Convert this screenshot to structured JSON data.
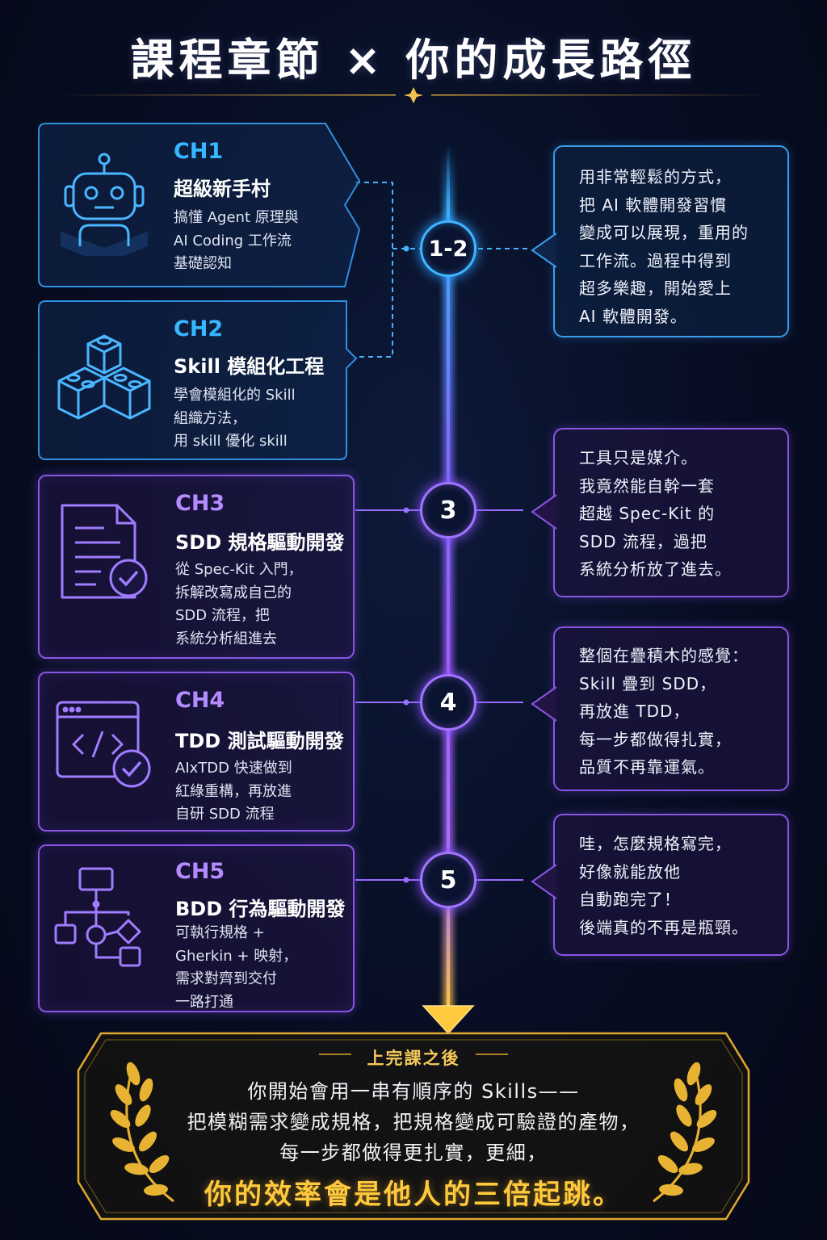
{
  "title": "課程章節 × 你的成長路徑",
  "chapters": [
    {
      "label": "CH1",
      "name": "超級新手村",
      "icon": "robot-icon",
      "desc": [
        "搞懂 Agent 原理與",
        "AI Coding 工作流",
        "基礎認知"
      ]
    },
    {
      "label": "CH2",
      "name": "Skill 模組化工程",
      "icon": "building-blocks-icon",
      "desc": [
        "學會模組化的 Skill",
        "組織方法，",
        "用 skill 優化 skill"
      ]
    },
    {
      "label": "CH3",
      "name": "SDD 規格驅動開發",
      "icon": "document-check-icon",
      "desc": [
        "從 Spec-Kit 入門，",
        "拆解改寫成自己的",
        "SDD 流程，把",
        "系統分析組進去"
      ]
    },
    {
      "label": "CH4",
      "name": "TDD 測試驅動開發",
      "icon": "code-window-check-icon",
      "desc": [
        "AIxTDD 快速做到",
        "紅綠重構，再放進",
        "自研 SDD 流程"
      ]
    },
    {
      "label": "CH5",
      "name": "BDD 行為驅動開發",
      "icon": "flowchart-icon",
      "desc": [
        "可執行規格 +",
        "Gherkin + 映射，",
        "需求對齊到交付",
        "一路打通"
      ]
    }
  ],
  "milestones": [
    {
      "label": "1-2",
      "quote": [
        "用非常輕鬆的方式，",
        "把 AI 軟體開發習慣",
        "變成可以展現，重用的",
        "工作流。過程中得到",
        "超多樂趣，開始愛上",
        "AI 軟體開發。"
      ]
    },
    {
      "label": "3",
      "quote": [
        "工具只是媒介。",
        "我竟然能自幹一套",
        "超越 Spec-Kit 的",
        "SDD 流程，過把",
        "系統分析放了進去。"
      ]
    },
    {
      "label": "4",
      "quote": [
        "整個在疊積木的感覺：",
        "Skill 疊到 SDD，",
        "再放進 TDD，",
        "每一步都做得扎實，",
        "品質不再靠運氣。"
      ]
    },
    {
      "label": "5",
      "quote": [
        "哇，怎麼規格寫完，",
        "好像就能放他",
        "自動跑完了！",
        "後端真的不再是瓶頸。"
      ]
    }
  ],
  "final": {
    "label": "上完課之後",
    "lines": [
      "你開始會用一串有順序的 Skills——",
      "把模糊需求變成規格，把規格變成可驗證的產物，",
      "每一步都做得更扎實，更細，"
    ],
    "highlight": "你的效率會是他人的三倍起跳。",
    "icon": "laurel-wreath-icon"
  },
  "colors": {
    "blue": "#36b7ff",
    "purple": "#a074ff",
    "gold": "#ffc93d",
    "background": "#070d22"
  }
}
